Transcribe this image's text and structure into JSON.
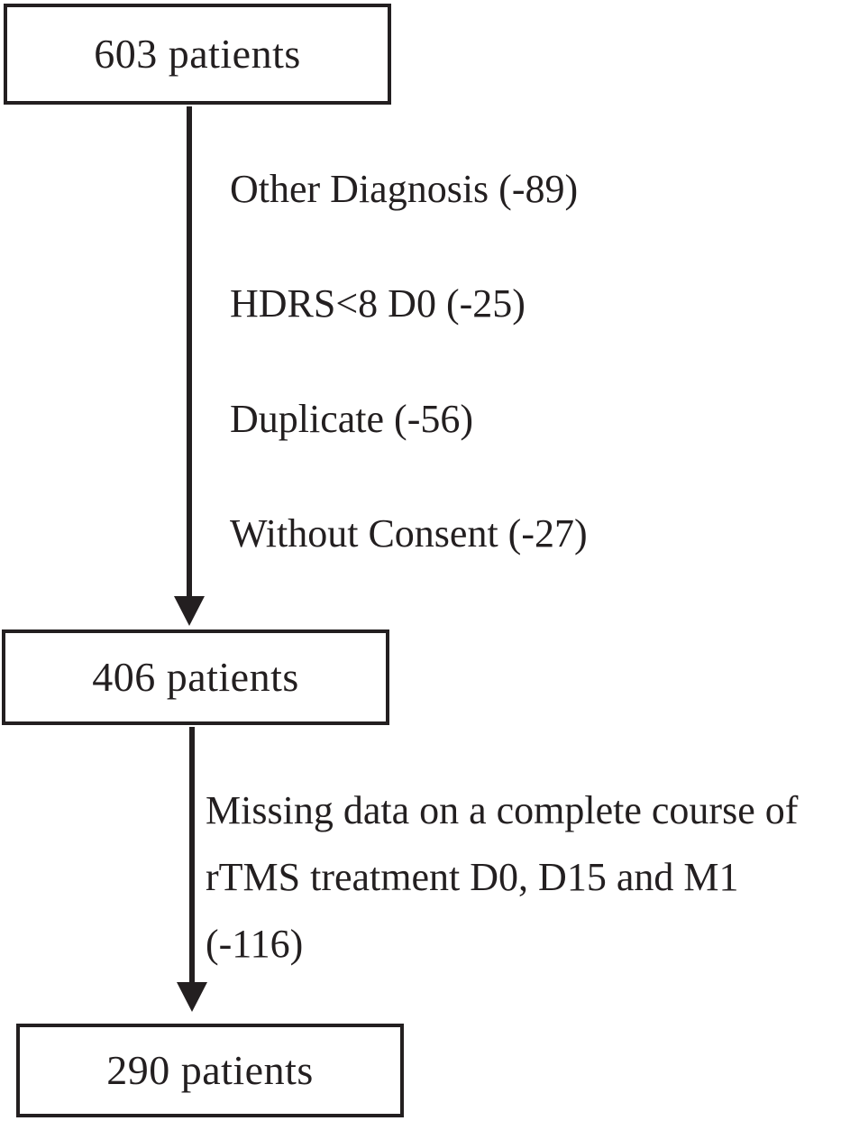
{
  "flowchart": {
    "boxes": [
      {
        "label": "603 patients"
      },
      {
        "label": "406 patients"
      },
      {
        "label": "290 patients"
      }
    ],
    "stage1_exclusions": [
      "Other Diagnosis (-89)",
      "HDRS<8 D0 (-25)",
      "Duplicate (-56)",
      "Without Consent (-27)"
    ],
    "stage2_exclusion": "Missing data on a complete course of rTMS treatment D0, D15 and M1 (-116)",
    "colors": {
      "line": "#231f20",
      "background": "#ffffff"
    }
  }
}
